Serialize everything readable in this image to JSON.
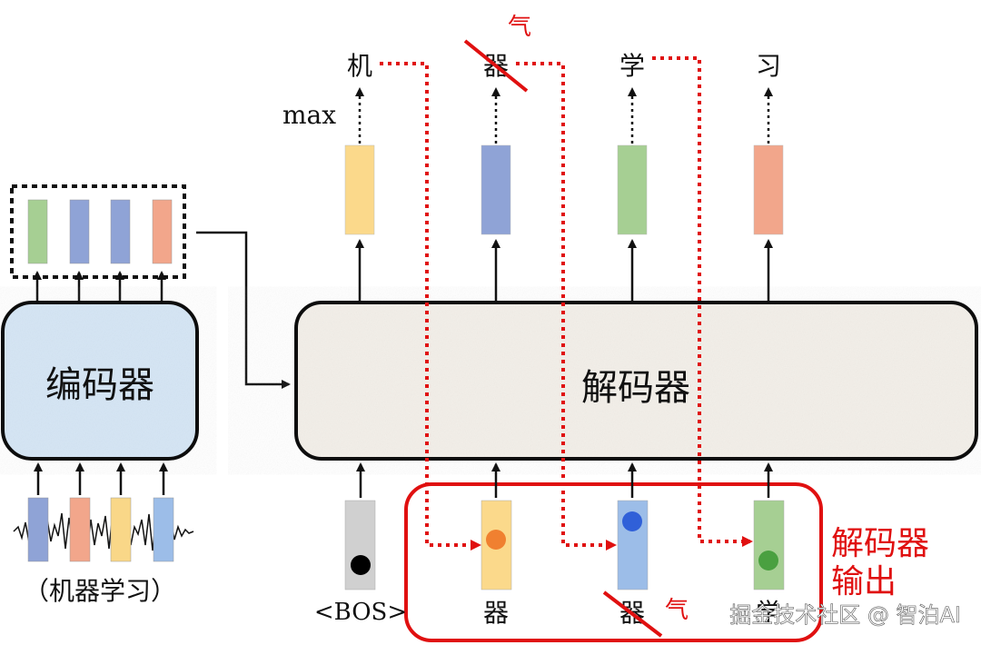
{
  "encoder": {
    "label": "编码器",
    "input_caption": "（机器学习）",
    "input_bar_colors": [
      "#8fa3d6",
      "#f2a68b",
      "#f9d788",
      "#9cbde8"
    ],
    "output_bar_colors": [
      "#a6cf93",
      "#8fa3d6",
      "#8fa3d6",
      "#f2a68b"
    ],
    "fill_color": "#d6e6f5"
  },
  "decoder": {
    "label": "解码器",
    "fill_color": "#f3efe9",
    "side_label_line1": "解码器",
    "side_label_line2": "输出"
  },
  "outputs": {
    "max_label": "max",
    "tokens": [
      "机",
      "器",
      "学",
      "习"
    ],
    "bar_colors": [
      "#fbd98b",
      "#8fa3d6",
      "#a6cf93",
      "#f2a68b"
    ],
    "corrected_token": "气"
  },
  "inputs": {
    "tokens": [
      "<BOS>",
      "器",
      "器",
      "学"
    ],
    "bar_colors": [
      "#d0d0d0",
      "#fbd98b",
      "#9cbde8",
      "#a6cf93"
    ],
    "dot_colors": [
      "#000000",
      "#f08030",
      "#3060d8",
      "#4aa040"
    ],
    "corrected_token": "气"
  },
  "accent_color": "#e01010",
  "watermark": "掘金技术社区 @ 智泊AI"
}
